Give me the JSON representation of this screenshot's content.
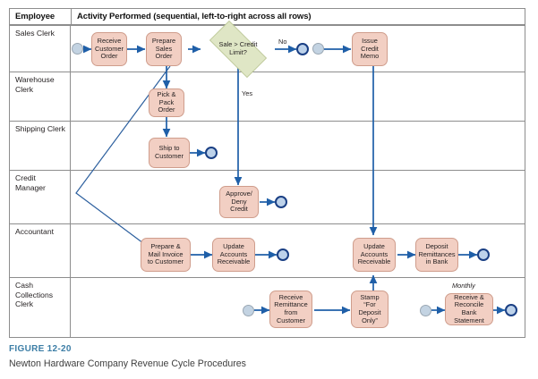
{
  "figure": {
    "number": "FIGURE 12-20",
    "title": "Newton Hardware Company Revenue Cycle Procedures"
  },
  "table": {
    "headers": {
      "employee": "Employee",
      "activity": "Activity Performed (sequential, left-to-right across all rows)"
    },
    "lanes": [
      {
        "id": "sales-clerk",
        "label": "Sales Clerk"
      },
      {
        "id": "warehouse-clerk",
        "label": "Warehouse\nClerk"
      },
      {
        "id": "shipping-clerk",
        "label": "Shipping Clerk"
      },
      {
        "id": "credit-manager",
        "label": "Credit\nManager"
      },
      {
        "id": "accountant",
        "label": "Accountant"
      },
      {
        "id": "cash-collections-clerk",
        "label": "Cash\nCollections\nClerk"
      }
    ]
  },
  "nodes": {
    "receive_customer_order": "Receive\nCustomer\nOrder",
    "prepare_sales_order": "Prepare\nSales\nOrder",
    "sale_gt_credit_limit": "Sale  >  Credit\nLimit?",
    "issue_credit_memo": "Issue\nCredit\nMemo",
    "pick_pack_order": "Pick &\nPack\nOrder",
    "ship_to_customer": "Ship to\nCustomer",
    "approve_deny_credit": "Approve/\nDeny\nCredit",
    "prepare_mail_invoice": "Prepare &\nMail Invoice\nto Customer",
    "update_accounts_receivable_1": "Update\nAccounts\nReceivable",
    "update_accounts_receivable_2": "Update\nAccounts\nReceivable",
    "deposit_remittances_in_bank": "Deposit\nRemittances\nin Bank",
    "receive_remittance_from_customer": "Receive\nRemittance\nfrom\nCustomer",
    "stamp_for_deposit_only": "Stamp\n“For\nDeposit\nOnly”",
    "receive_reconcile_bank_statement": "Receive  &\nReconcile Bank\nStatement"
  },
  "edge_labels": {
    "no": "No",
    "yes": "Yes",
    "monthly": "Monthly"
  },
  "events": {
    "start_sales_clerk": "start-event",
    "start_credit_memo": "start-event",
    "start_cash_collections": "start-event",
    "start_bank_reconcile": "start-event",
    "end_no_branch": "end-event",
    "end_ship": "end-event",
    "end_credit_decision": "end-event",
    "end_invoice_ar": "end-event",
    "end_deposit": "end-event",
    "end_bank_reconcile": "end-event"
  },
  "colors": {
    "task_fill": "#f2cfc3",
    "task_border": "#cf9d8c",
    "gateway_fill": "#dfe6c5",
    "gateway_border": "#b3bf8a",
    "connector": "#1f5fa8",
    "end_event_border": "#1a3f84",
    "start_event_fill": "#c3d3e2",
    "figure_number": "#3d7ea6",
    "grid_line": "#8d8d8d"
  }
}
